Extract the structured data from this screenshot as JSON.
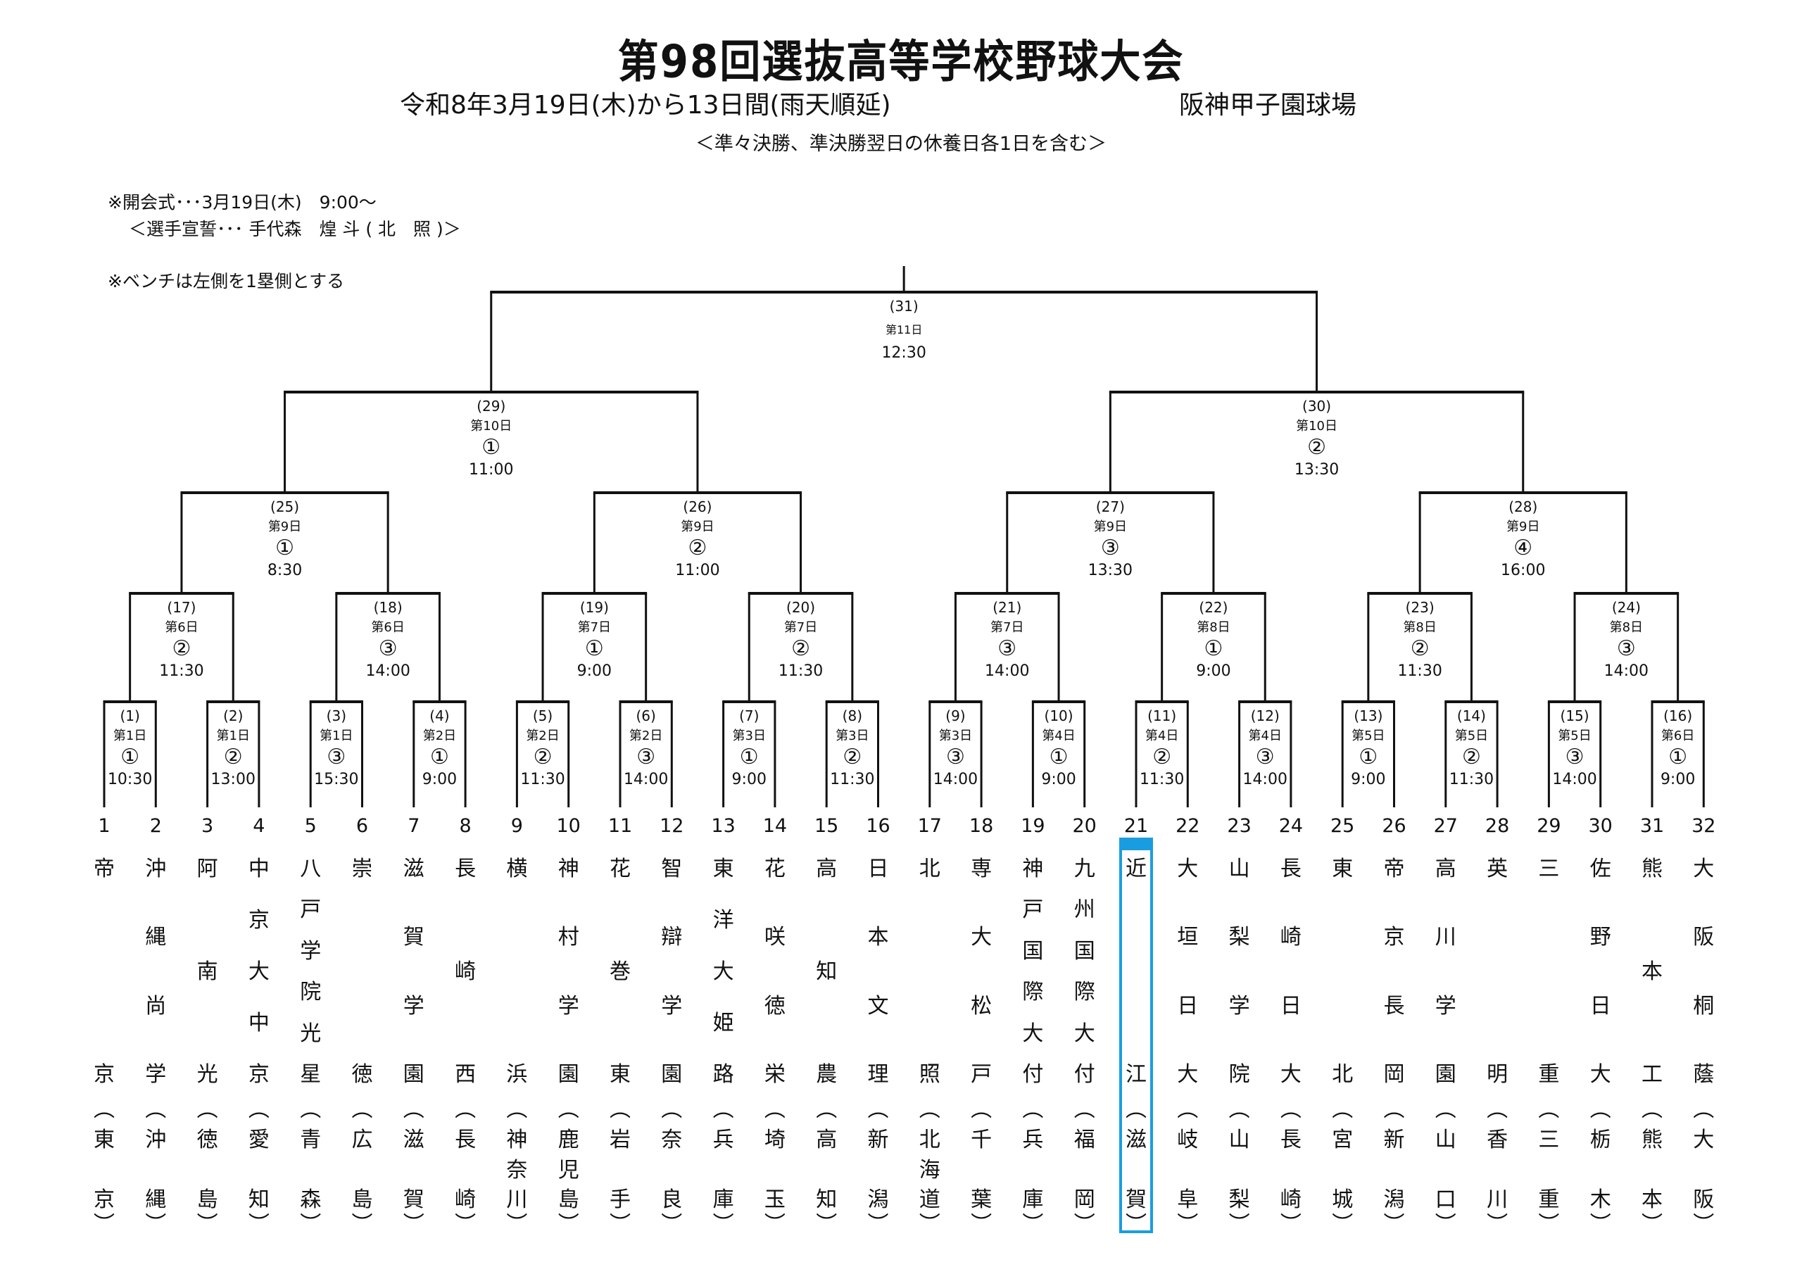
{
  "header": {
    "title": "第98回選抜高等学校野球大会",
    "dates": "令和8年3月19日(木)から13日間(雨天順延)",
    "venue": "阪神甲子園球場",
    "rest_days_note": "＜準々決勝、準決勝翌日の休養日各1日を含む＞"
  },
  "notes": {
    "opening_ceremony": "※開会式･･･3月19日(木)　9:00～",
    "oath": "＜選手宣誓･･･ 手代森　煌 斗 ( 北　照 )＞",
    "bench": "※ベンチは左側を1塁側とする"
  },
  "highlight": {
    "slot": 21,
    "color": "#1a9de0"
  },
  "matches": [
    {
      "id": 1,
      "num": "(1)",
      "day": "第1日",
      "order": "①",
      "time": "10:30"
    },
    {
      "id": 2,
      "num": "(2)",
      "day": "第1日",
      "order": "②",
      "time": "13:00"
    },
    {
      "id": 3,
      "num": "(3)",
      "day": "第1日",
      "order": "③",
      "time": "15:30"
    },
    {
      "id": 4,
      "num": "(4)",
      "day": "第2日",
      "order": "①",
      "time": "9:00"
    },
    {
      "id": 5,
      "num": "(5)",
      "day": "第2日",
      "order": "②",
      "time": "11:30"
    },
    {
      "id": 6,
      "num": "(6)",
      "day": "第2日",
      "order": "③",
      "time": "14:00"
    },
    {
      "id": 7,
      "num": "(7)",
      "day": "第3日",
      "order": "①",
      "time": "9:00"
    },
    {
      "id": 8,
      "num": "(8)",
      "day": "第3日",
      "order": "②",
      "time": "11:30"
    },
    {
      "id": 9,
      "num": "(9)",
      "day": "第3日",
      "order": "③",
      "time": "14:00"
    },
    {
      "id": 10,
      "num": "(10)",
      "day": "第4日",
      "order": "①",
      "time": "9:00"
    },
    {
      "id": 11,
      "num": "(11)",
      "day": "第4日",
      "order": "②",
      "time": "11:30"
    },
    {
      "id": 12,
      "num": "(12)",
      "day": "第4日",
      "order": "③",
      "time": "14:00"
    },
    {
      "id": 13,
      "num": "(13)",
      "day": "第5日",
      "order": "①",
      "time": "9:00"
    },
    {
      "id": 14,
      "num": "(14)",
      "day": "第5日",
      "order": "②",
      "time": "11:30"
    },
    {
      "id": 15,
      "num": "(15)",
      "day": "第5日",
      "order": "③",
      "time": "14:00"
    },
    {
      "id": 16,
      "num": "(16)",
      "day": "第6日",
      "order": "①",
      "time": "9:00"
    },
    {
      "id": 17,
      "num": "(17)",
      "day": "第6日",
      "order": "②",
      "time": "11:30"
    },
    {
      "id": 18,
      "num": "(18)",
      "day": "第6日",
      "order": "③",
      "time": "14:00"
    },
    {
      "id": 19,
      "num": "(19)",
      "day": "第7日",
      "order": "①",
      "time": "9:00"
    },
    {
      "id": 20,
      "num": "(20)",
      "day": "第7日",
      "order": "②",
      "time": "11:30"
    },
    {
      "id": 21,
      "num": "(21)",
      "day": "第7日",
      "order": "③",
      "time": "14:00"
    },
    {
      "id": 22,
      "num": "(22)",
      "day": "第8日",
      "order": "①",
      "time": "9:00"
    },
    {
      "id": 23,
      "num": "(23)",
      "day": "第8日",
      "order": "②",
      "time": "11:30"
    },
    {
      "id": 24,
      "num": "(24)",
      "day": "第8日",
      "order": "③",
      "time": "14:00"
    },
    {
      "id": 25,
      "num": "(25)",
      "day": "第9日",
      "order": "①",
      "time": "8:30"
    },
    {
      "id": 26,
      "num": "(26)",
      "day": "第9日",
      "order": "②",
      "time": "11:00"
    },
    {
      "id": 27,
      "num": "(27)",
      "day": "第9日",
      "order": "③",
      "time": "13:30"
    },
    {
      "id": 28,
      "num": "(28)",
      "day": "第9日",
      "order": "④",
      "time": "16:00"
    },
    {
      "id": 29,
      "num": "(29)",
      "day": "第10日",
      "order": "①",
      "time": "11:00"
    },
    {
      "id": 30,
      "num": "(30)",
      "day": "第10日",
      "order": "②",
      "time": "13:30"
    },
    {
      "id": 31,
      "num": "(31)",
      "day": "第11日",
      "order": "",
      "time": "12:30"
    }
  ],
  "teams": [
    {
      "slot": 1,
      "school": "帝京",
      "prefecture": "東京"
    },
    {
      "slot": 2,
      "school": "沖縄尚学",
      "prefecture": "沖縄"
    },
    {
      "slot": 3,
      "school": "阿南光",
      "prefecture": "徳島"
    },
    {
      "slot": 4,
      "school": "中京大中京",
      "prefecture": "愛知"
    },
    {
      "slot": 5,
      "school": "八戸学院光星",
      "prefecture": "青森"
    },
    {
      "slot": 6,
      "school": "崇徳",
      "prefecture": "広島"
    },
    {
      "slot": 7,
      "school": "滋賀学園",
      "prefecture": "滋賀"
    },
    {
      "slot": 8,
      "school": "長崎西",
      "prefecture": "長崎"
    },
    {
      "slot": 9,
      "school": "横浜",
      "prefecture": "神奈川"
    },
    {
      "slot": 10,
      "school": "神村学園",
      "prefecture": "鹿児島"
    },
    {
      "slot": 11,
      "school": "花巻東",
      "prefecture": "岩手"
    },
    {
      "slot": 12,
      "school": "智辯学園",
      "prefecture": "奈良"
    },
    {
      "slot": 13,
      "school": "東洋大姫路",
      "prefecture": "兵庫"
    },
    {
      "slot": 14,
      "school": "花咲徳栄",
      "prefecture": "埼玉"
    },
    {
      "slot": 15,
      "school": "高知農",
      "prefecture": "高知"
    },
    {
      "slot": 16,
      "school": "日本文理",
      "prefecture": "新潟"
    },
    {
      "slot": 17,
      "school": "北照",
      "prefecture": "北海道"
    },
    {
      "slot": 18,
      "school": "専大松戸",
      "prefecture": "千葉"
    },
    {
      "slot": 19,
      "school": "神戸国際大付",
      "prefecture": "兵庫"
    },
    {
      "slot": 20,
      "school": "九州国際大付",
      "prefecture": "福岡"
    },
    {
      "slot": 21,
      "school": "近江",
      "prefecture": "滋賀"
    },
    {
      "slot": 22,
      "school": "大垣日大",
      "prefecture": "岐阜"
    },
    {
      "slot": 23,
      "school": "山梨学院",
      "prefecture": "山梨"
    },
    {
      "slot": 24,
      "school": "長崎日大",
      "prefecture": "長崎"
    },
    {
      "slot": 25,
      "school": "東北",
      "prefecture": "宮城"
    },
    {
      "slot": 26,
      "school": "帝京長岡",
      "prefecture": "新潟"
    },
    {
      "slot": 27,
      "school": "高川学園",
      "prefecture": "山口"
    },
    {
      "slot": 28,
      "school": "英明",
      "prefecture": "香川"
    },
    {
      "slot": 29,
      "school": "三重",
      "prefecture": "三重"
    },
    {
      "slot": 30,
      "school": "佐野日大",
      "prefecture": "栃木"
    },
    {
      "slot": 31,
      "school": "熊本工",
      "prefecture": "熊本"
    },
    {
      "slot": 32,
      "school": "大阪桐蔭",
      "prefecture": "大阪"
    }
  ]
}
